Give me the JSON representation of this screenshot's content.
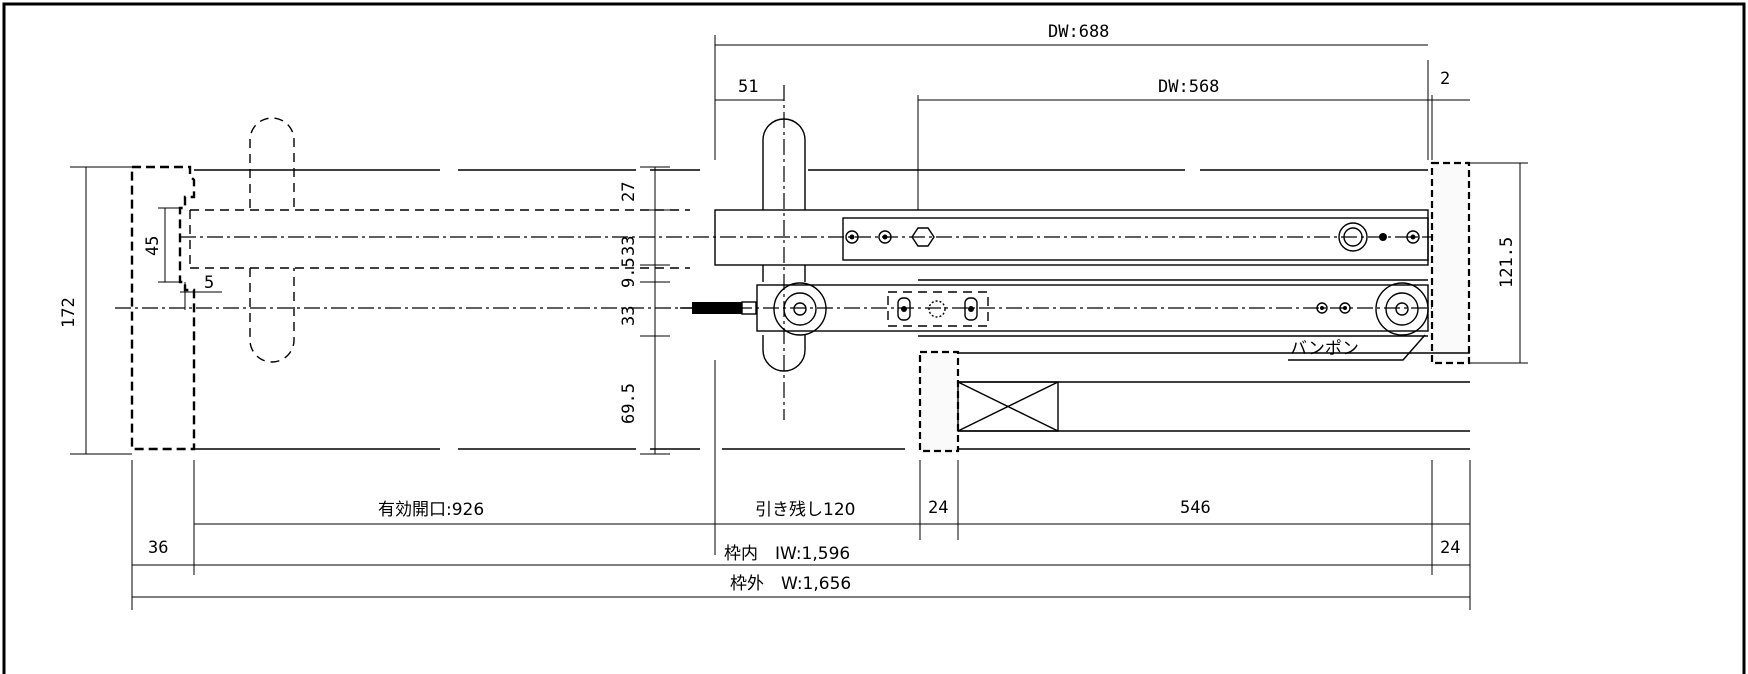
{
  "dimensions": {
    "dw_outer": "DW:688",
    "dw_inner": "DW:568",
    "d_51": "51",
    "d_2": "2",
    "d_27": "27",
    "d_33a": "33",
    "d_95": "9.5",
    "d_33b": "33",
    "d_695": "69.5",
    "d_45": "45",
    "d_5": "5",
    "d_172": "172",
    "d_1215": "121.5",
    "effective_opening": "有効開口:926",
    "remaining_pull": "引き残し120",
    "d_24a": "24",
    "d_546": "546",
    "d_36": "36",
    "d_24b": "24",
    "inner_frame": "枠内　IW:1,596",
    "outer_frame": "枠外　W:1,656"
  },
  "labels": {
    "bumper": "バンポン"
  }
}
